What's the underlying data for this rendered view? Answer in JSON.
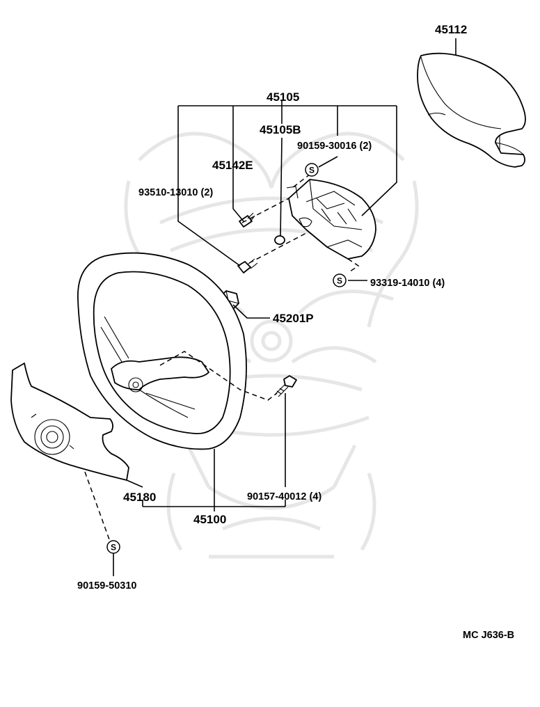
{
  "labels": {
    "p45112": "45112",
    "p45105": "45105",
    "p45105B": "45105B",
    "p90159_30016": "90159-30016 (2)",
    "p45142E": "45142E",
    "p93510_13010": "93510-13010 (2)",
    "p93319_14010": "93319-14010 (4)",
    "p45201P": "45201P",
    "p45180": "45180",
    "p90157_40012": "90157-40012 (4)",
    "p45100": "45100",
    "p90159_50310": "90159-50310",
    "code": "MC J636-B"
  },
  "symbols": {
    "s_mark": "S"
  },
  "colors": {
    "ink": "#000000",
    "background": "#ffffff",
    "watermark": "#e6e6e6"
  }
}
